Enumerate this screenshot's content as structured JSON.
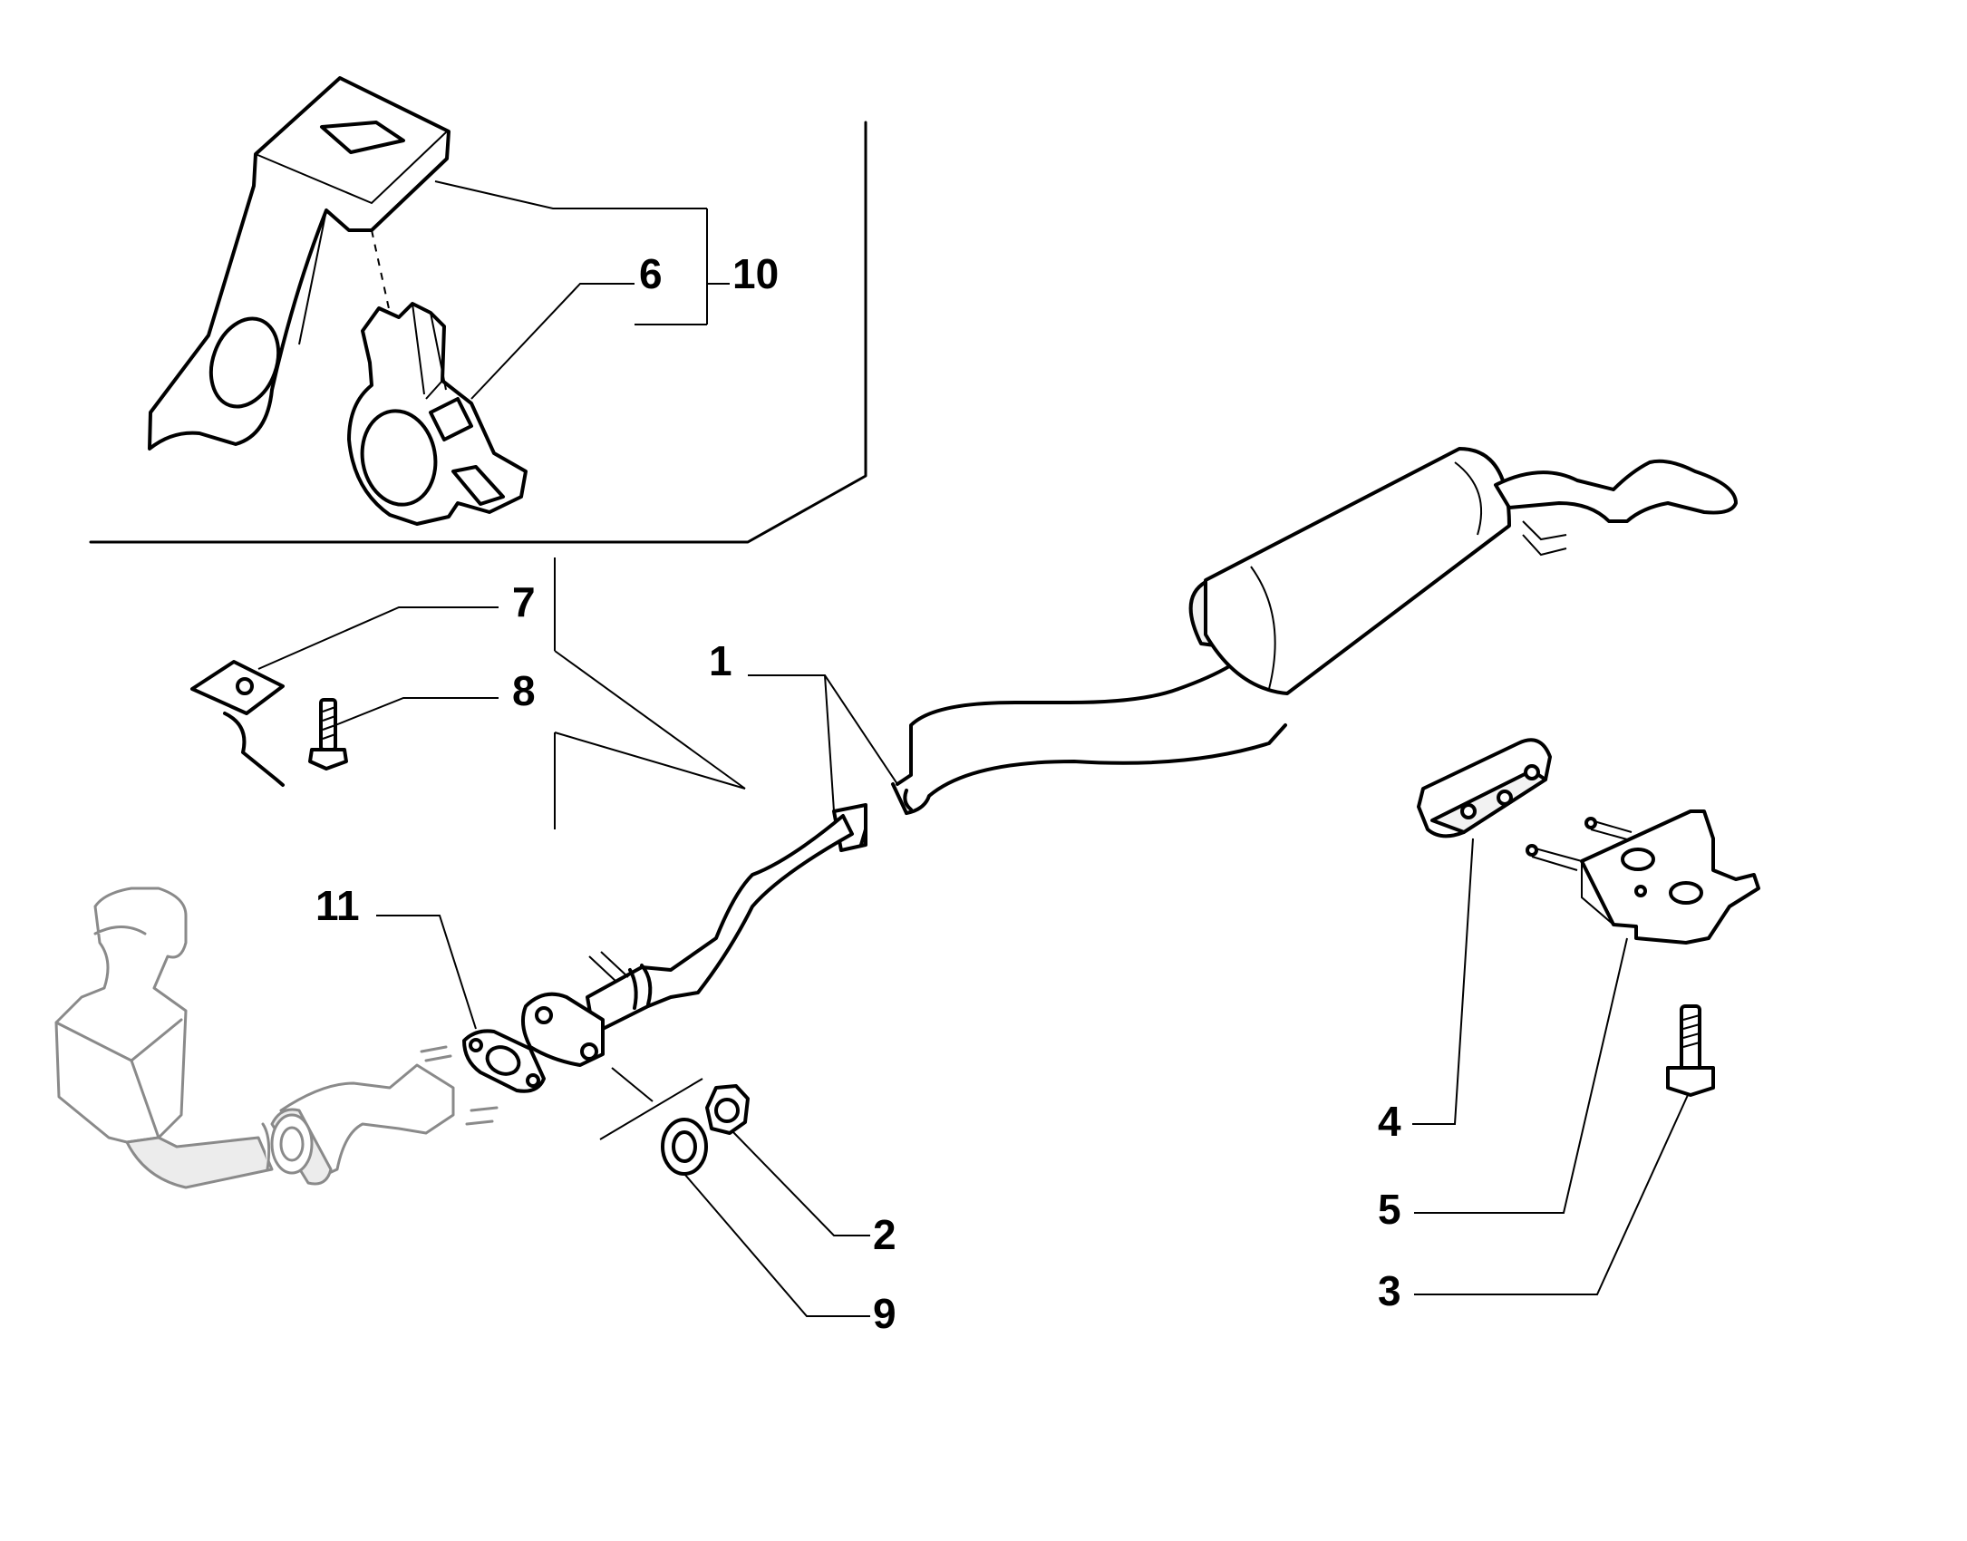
{
  "diagram": {
    "callouts": [
      {
        "id": "c1",
        "label": "1"
      },
      {
        "id": "c2",
        "label": "2"
      },
      {
        "id": "c3",
        "label": "3"
      },
      {
        "id": "c4",
        "label": "4"
      },
      {
        "id": "c5",
        "label": "5"
      },
      {
        "id": "c6",
        "label": "6"
      },
      {
        "id": "c7",
        "label": "7"
      },
      {
        "id": "c8",
        "label": "8"
      },
      {
        "id": "c9",
        "label": "9"
      },
      {
        "id": "c10",
        "label": "10"
      },
      {
        "id": "c11",
        "label": "11"
      }
    ],
    "colors": {
      "line": "#000000",
      "background": "#ffffff",
      "context_part": "#8a8a8a"
    }
  }
}
